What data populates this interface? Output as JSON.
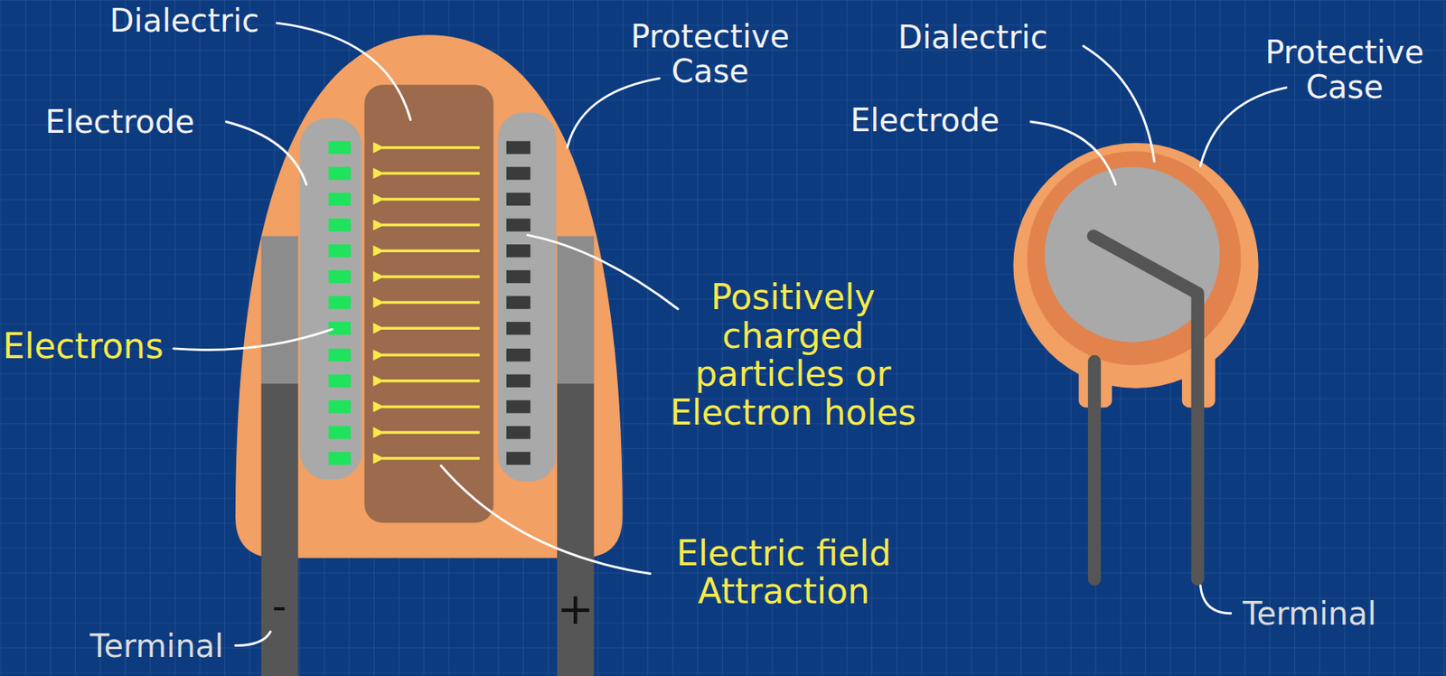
{
  "diagram": {
    "labels": [
      "Dialectric",
      "Protective Case",
      "Electrode",
      "Electrons",
      "Positively charged particles or Electron holes",
      "Electric field Attraction",
      "-",
      "+",
      "Terminal",
      "Dialectric",
      "Protective Case",
      "Electrode",
      "Terminal"
    ]
  }
}
